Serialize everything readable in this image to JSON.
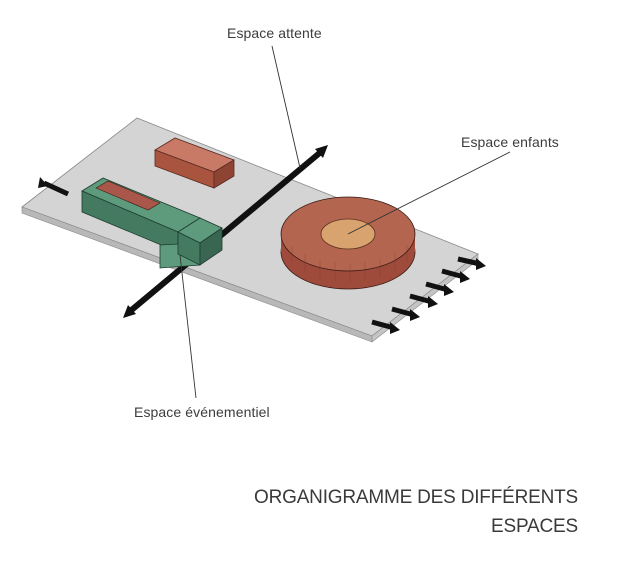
{
  "labels": {
    "attente": "Espace attente",
    "enfants": "Espace enfants",
    "evenementiel": "Espace événementiel"
  },
  "title": {
    "line1": "ORGANIGRAMME DES DIFFÉRENTS",
    "line2": "ESPACES"
  },
  "colors": {
    "platform_top": "#d4d4d4",
    "platform_side": "#bdbdbd",
    "axis": "#111111",
    "block_red": "#b5614f",
    "block_green": "#4e8a6e",
    "ring": "#a85446",
    "ring_center": "#d8a36e",
    "leader_line": "#333333"
  }
}
